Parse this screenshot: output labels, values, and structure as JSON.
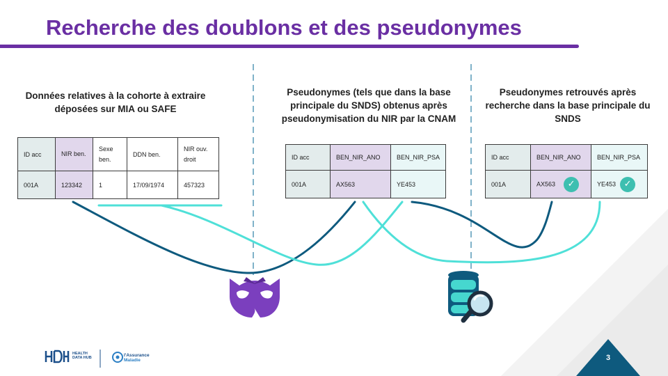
{
  "slide": {
    "title": "Recherche des doublons et des pseudonymes",
    "page_number": "3",
    "colors": {
      "title": "#6a2fa3",
      "flow_dark": "#0e5a7e",
      "flow_light": "#4fe0d8",
      "divider": "#7fb2c9",
      "check": "#3dbfb0"
    }
  },
  "sections": [
    {
      "heading": "Données relatives à la cohorte à extraire déposées sur MIA ou SAFE",
      "table": {
        "headers": [
          "ID acc",
          "NIR ben.",
          "Sexe ben.",
          "DDN ben.",
          "NIR ouv. droit"
        ],
        "rows": [
          [
            "001A",
            "123342",
            "1",
            "17/09/1974",
            "457323"
          ]
        ]
      }
    },
    {
      "heading": "Pseudonymes (tels que dans la base principale du SNDS) obtenus après pseudonymisation du NIR par la CNAM",
      "table": {
        "headers": [
          "ID acc",
          "BEN_NIR_ANO",
          "BEN_NIR_PSA"
        ],
        "rows": [
          [
            "001A",
            "AX563",
            "YE453"
          ]
        ]
      }
    },
    {
      "heading": "Pseudonymes retrouvés après recherche dans la base principale du SNDS",
      "table": {
        "headers": [
          "ID acc",
          "BEN_NIR_ANO",
          "BEN_NIR_PSA"
        ],
        "rows": [
          [
            "001A",
            "AX563",
            "YE453"
          ]
        ],
        "validated_icon": "check-circle-icon"
      }
    }
  ],
  "icons": {
    "pseudonymisation": "mask-icon",
    "database_search": "database-search-icon"
  },
  "footer": {
    "logos": [
      "health-data-hub-logo",
      "assurance-maladie-logo"
    ],
    "hdh_name": "HEALTH DATA HUB",
    "am_name": "l'Assurance Maladie"
  }
}
